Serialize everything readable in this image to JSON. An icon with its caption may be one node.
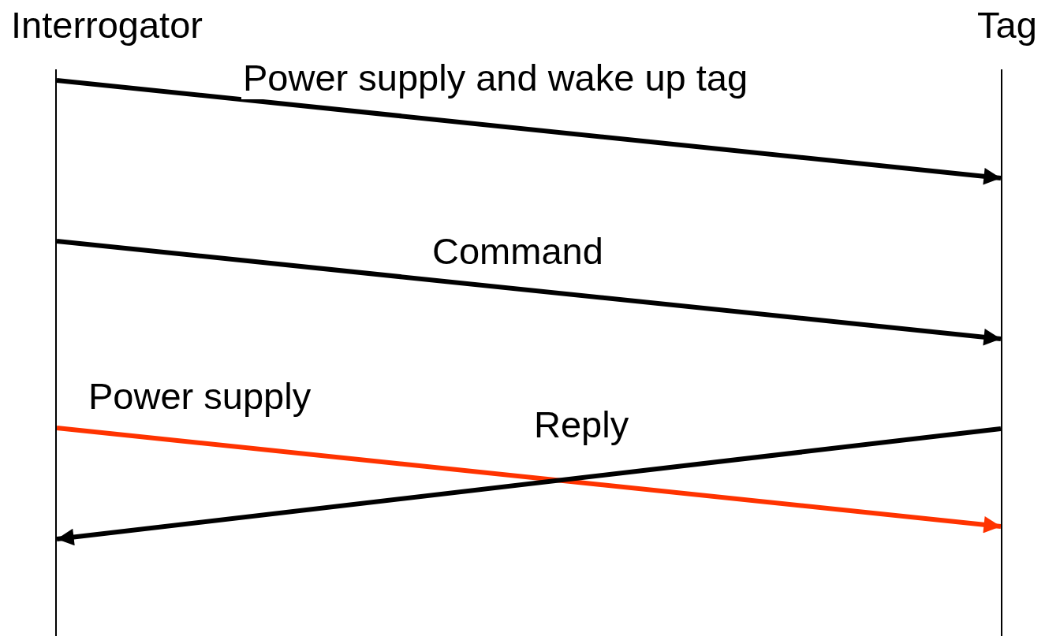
{
  "diagram": {
    "nodes": [
      {
        "text": [
          "Interrogator"
        ]
      },
      {
        "text": [
          "Tag"
        ]
      }
    ],
    "edges": [
      {
        "from": 0,
        "to": 1,
        "arrow": "to",
        "label": "Power supply and wake up tag"
      },
      {
        "from": 0,
        "to": 1,
        "arrow": "to",
        "label": "Command"
      },
      {
        "from": 0,
        "to": 1,
        "arrow": "to",
        "label": "Power supply",
        "color": "#ff3300"
      },
      {
        "from": 1,
        "to": 0,
        "arrow": "to",
        "label": "Reply"
      }
    ]
  }
}
